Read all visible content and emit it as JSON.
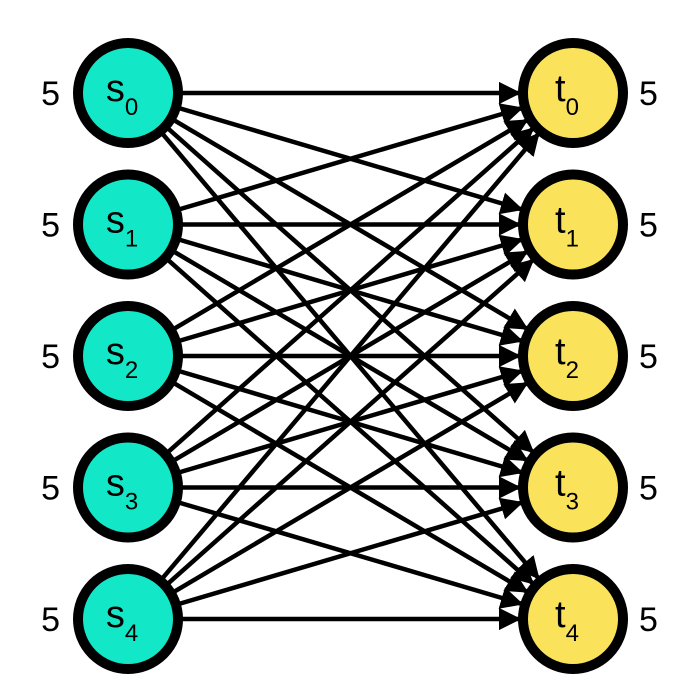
{
  "colors": {
    "source_fill": "#12E8C8",
    "sink_fill": "#FAE35A",
    "stroke": "#000000",
    "background": "#FFFFFF"
  },
  "sources": [
    {
      "letter": "s",
      "sub": "0",
      "value": "5"
    },
    {
      "letter": "s",
      "sub": "1",
      "value": "5"
    },
    {
      "letter": "s",
      "sub": "2",
      "value": "5"
    },
    {
      "letter": "s",
      "sub": "3",
      "value": "5"
    },
    {
      "letter": "s",
      "sub": "4",
      "value": "5"
    }
  ],
  "sinks": [
    {
      "letter": "t",
      "sub": "0",
      "value": "5"
    },
    {
      "letter": "t",
      "sub": "1",
      "value": "5"
    },
    {
      "letter": "t",
      "sub": "2",
      "value": "5"
    },
    {
      "letter": "t",
      "sub": "3",
      "value": "5"
    },
    {
      "letter": "t",
      "sub": "4",
      "value": "5"
    }
  ],
  "edges": "complete bipartite: every source to every sink"
}
